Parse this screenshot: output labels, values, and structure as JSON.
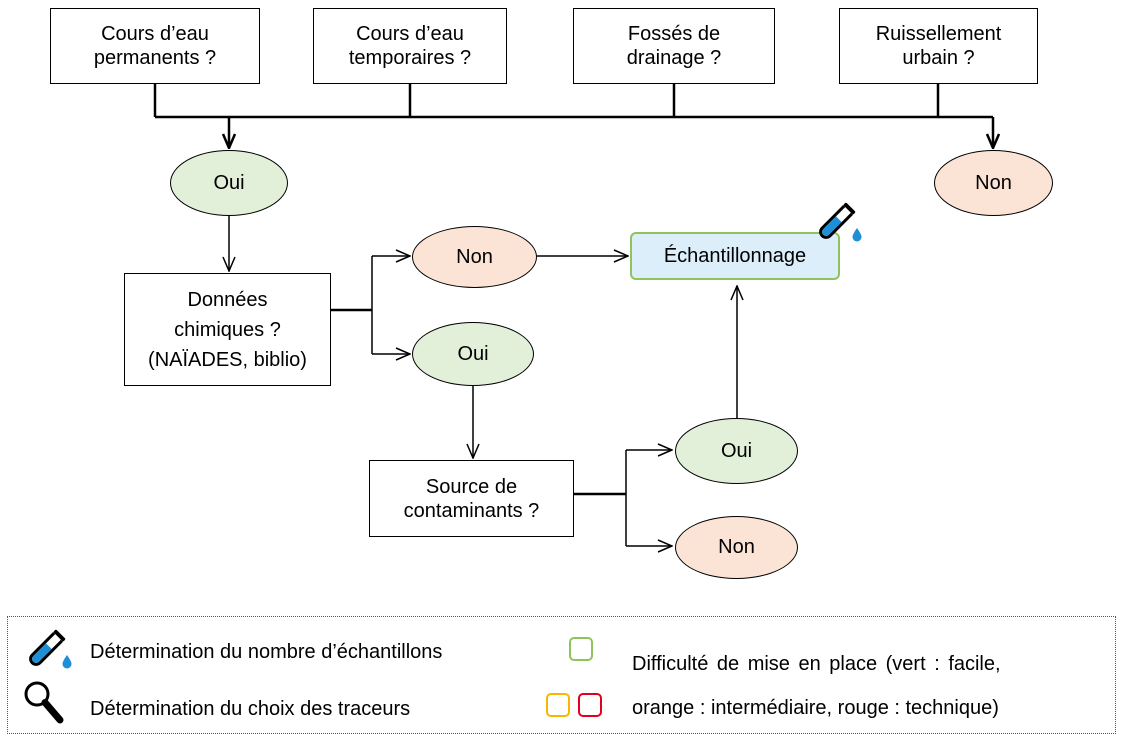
{
  "sources": [
    {
      "line1": "Cours d’eau",
      "line2": "permanents ?"
    },
    {
      "line1": "Cours d’eau",
      "line2": "temporaires ?"
    },
    {
      "line1": "Fossés de",
      "line2": "drainage ?"
    },
    {
      "line1": "Ruissellement",
      "line2": "urbain ?"
    }
  ],
  "nodes": {
    "oui_top": "Oui",
    "non_top": "Non",
    "donnees": {
      "line1": "Données",
      "line2": "chimiques ?",
      "line3": "(NAÏADES, biblio)"
    },
    "non_mid": "Non",
    "oui_mid": "Oui",
    "echantillonnage": "Échantillonnage",
    "source": {
      "line1": "Source de",
      "line2": "contaminants ?"
    },
    "oui_low": "Oui",
    "non_low": "Non"
  },
  "legend": {
    "sampling_count": "Détermination du nombre d’échantillons",
    "tracer_choice": "Détermination du choix des traceurs",
    "difficulty_line1": "Difficulté de mise en place (vert : facile,",
    "difficulty_line2": "orange : intermédiaire, rouge : technique)"
  },
  "colors": {
    "green_fill": "#e2efd9",
    "red_fill": "#fbe4d5",
    "sampling_fill": "#dbeef9",
    "easy": "#8fc45a",
    "intermediate": "#f5b800",
    "technical": "#e3001b"
  },
  "icons": [
    "test-tube-icon",
    "magnifier-icon"
  ]
}
